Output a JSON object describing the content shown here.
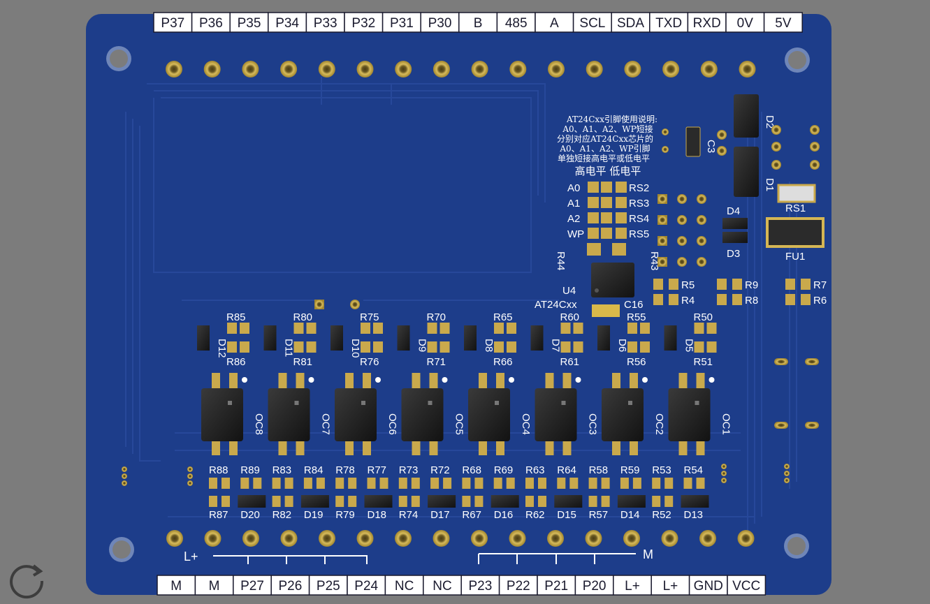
{
  "top_header_pins": [
    "P37",
    "P36",
    "P35",
    "P34",
    "P33",
    "P32",
    "P31",
    "P30",
    "B",
    "485",
    "A",
    "SCL",
    "SDA",
    "TXD",
    "RXD",
    "0V",
    "5V"
  ],
  "bottom_header_pins": [
    "M",
    "M",
    "P27",
    "P26",
    "P25",
    "P24",
    "NC",
    "NC",
    "P23",
    "P22",
    "P21",
    "P20",
    "L+",
    "L+",
    "GND",
    "VCC"
  ],
  "note_lines": [
    "AT24Cxx引脚使用说明:",
    "A0、A1、A2、WP短接",
    "分别对应AT24Cxx芯片的",
    "A0、A1、A2、WP引脚",
    "单独短接高电平或低电平"
  ],
  "level_header": "高电平 低电平",
  "address_pins": [
    "A0",
    "A1",
    "A2",
    "WP"
  ],
  "address_resistors": [
    "RS2",
    "RS3",
    "RS4",
    "RS5"
  ],
  "eeprom": {
    "ref": "U4",
    "name": "AT24Cxx",
    "left_res": "R44",
    "right_res": "R43",
    "cap": "C16"
  },
  "power": {
    "d2": "D2",
    "d1": "D1",
    "c3": "C3",
    "rs1": "RS1",
    "fu1": "FU1",
    "d4": "D4",
    "d3": "D3"
  },
  "misc_resistors": [
    [
      "R5",
      "R4"
    ],
    [
      "R9",
      "R8"
    ],
    [
      "R7",
      "R6"
    ]
  ],
  "input_channels": [
    {
      "diode": "D12",
      "r_top": "R85",
      "r_bot": "R86",
      "oc": "OC8"
    },
    {
      "diode": "D11",
      "r_top": "R80",
      "r_bot": "R81",
      "oc": "OC7"
    },
    {
      "diode": "D10",
      "r_top": "R75",
      "r_bot": "R76",
      "oc": "OC6"
    },
    {
      "diode": "D9",
      "r_top": "R70",
      "r_bot": "R71",
      "oc": "OC5"
    },
    {
      "diode": "D8",
      "r_top": "R65",
      "r_bot": "R66",
      "oc": "OC4"
    },
    {
      "diode": "D7",
      "r_top": "R60",
      "r_bot": "R61",
      "oc": "OC3"
    },
    {
      "diode": "D6",
      "r_top": "R55",
      "r_bot": "R56",
      "oc": "OC2"
    },
    {
      "diode": "D5",
      "r_top": "R50",
      "r_bot": "R51",
      "oc": "OC1"
    }
  ],
  "lower_row_top": [
    "R88",
    "R89",
    "R83",
    "R84",
    "R78",
    "R77",
    "R73",
    "R72",
    "R68",
    "R69",
    "R63",
    "R64",
    "R58",
    "R59",
    "R53",
    "R54"
  ],
  "lower_row_bottom": [
    "R87",
    "D20",
    "R82",
    "D19",
    "R79",
    "D18",
    "R74",
    "D17",
    "R67",
    "D16",
    "R62",
    "D15",
    "R57",
    "D14",
    "R52",
    "D13"
  ],
  "silk_left": "L+",
  "silk_right": "M",
  "colors": {
    "board": "#1d3d8a",
    "pad": "#c9a94c",
    "header": "#ffffff",
    "background": "#7c7c7c"
  },
  "reload_icon": "reload-icon"
}
